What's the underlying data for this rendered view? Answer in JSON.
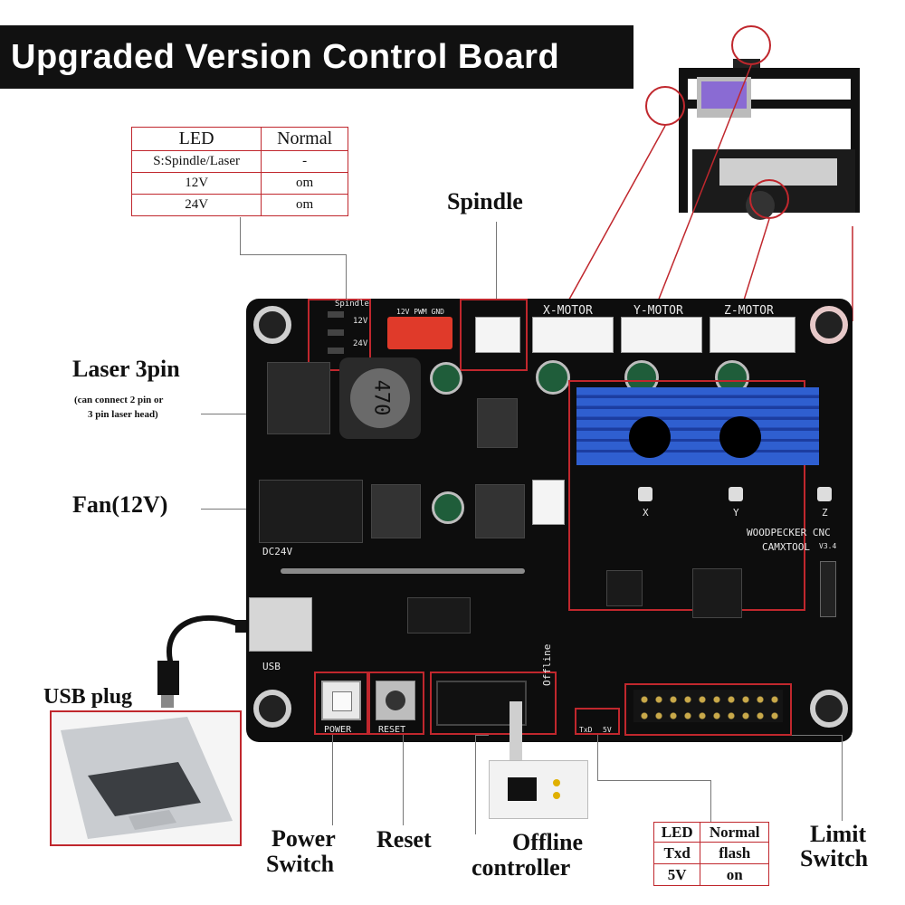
{
  "banner_title": "Upgraded Version Control Board",
  "led_table_top": {
    "header": [
      "LED",
      "Normal"
    ],
    "rows": [
      [
        "S:Spindle/Laser",
        "-"
      ],
      [
        "12V",
        "om"
      ],
      [
        "24V",
        "om"
      ]
    ]
  },
  "led_table_bottom": {
    "header": [
      "LED",
      "Normal"
    ],
    "rows": [
      [
        "Txd",
        "flash"
      ],
      [
        "5V",
        "on"
      ]
    ]
  },
  "labels": {
    "spindle": "Spindle",
    "laser": "Laser 3pin",
    "laser_note_1": "(can connect 2 pin or",
    "laser_note_2": "3 pin laser head)",
    "fan": "Fan(12V)",
    "usb_plug": "USB plug",
    "power_1": "Power",
    "power_2": "Switch",
    "reset": "Reset",
    "offline_1": "Offline",
    "offline_2": "controller",
    "limit_1": "Limit",
    "limit_2": "Switch"
  },
  "silkscreen": {
    "x_motor": "X-MOTOR",
    "y_motor": "Y-MOTOR",
    "z_motor": "Z-MOTOR",
    "brand_1": "WOODPECKER CNC",
    "brand_2": "CAMXTOOL",
    "version": "V3.4",
    "dc": "DC24V",
    "usb": "USB",
    "power": "POWER",
    "reset": "RESET",
    "offline": "Offline",
    "spindle_small": "Spindle",
    "inductor": "470",
    "x": "X",
    "y": "Y",
    "z": "Z",
    "txd": "TxD",
    "fivev": "5V",
    "v12": "12V",
    "v24": "24V",
    "pwm_row": "12V PWM GND"
  },
  "colors": {
    "highlight": "#c0272d",
    "pcb": "#0d0d0d",
    "heatsink": "#2f5fd0"
  }
}
